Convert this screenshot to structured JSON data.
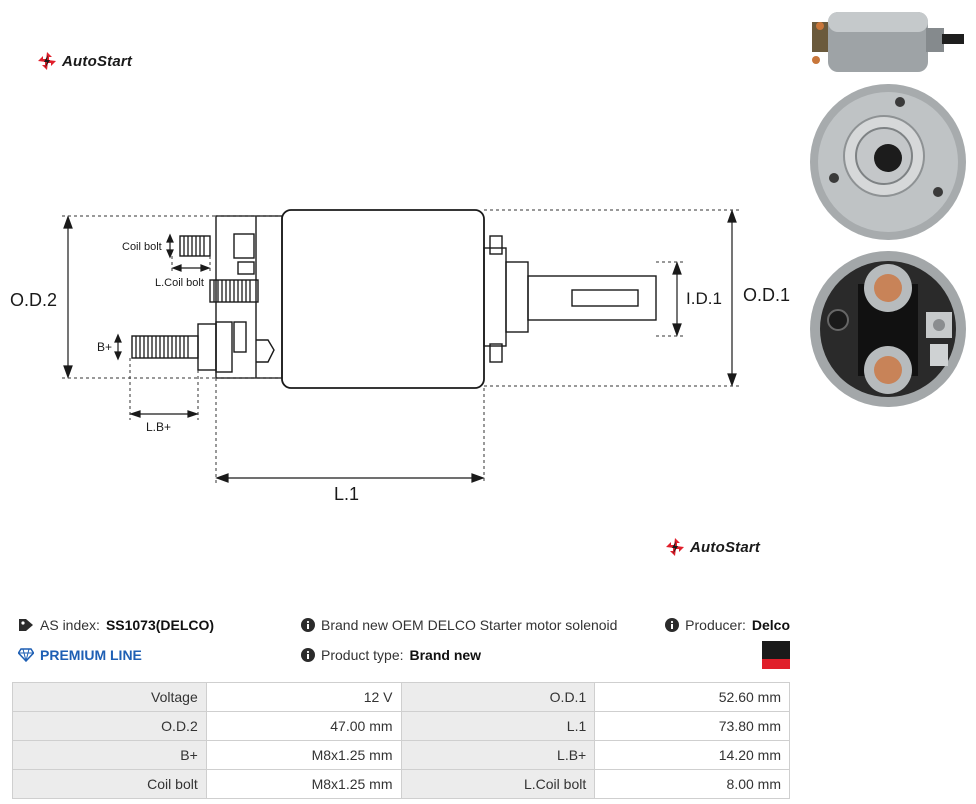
{
  "brand": {
    "name": "AutoStart",
    "color_red": "#e01f2b",
    "color_dark": "#1a1a1a"
  },
  "drawing_labels": {
    "od2": "O.D.2",
    "od1": "O.D.1",
    "id1": "I.D.1",
    "l1": "L.1",
    "coil_bolt": "Coil bolt",
    "l_coil_bolt": "L.Coil bolt",
    "b_plus": "B+",
    "lb_plus": "L.B+"
  },
  "info": {
    "as_index_label": "AS index:",
    "as_index_value": "SS1073(DELCO)",
    "premium": "PREMIUM LINE",
    "description": "Brand new OEM DELCO Starter motor solenoid",
    "product_type_label": "Product type:",
    "product_type_value": "Brand new",
    "producer_label": "Producer:",
    "producer_value": "Delco"
  },
  "specs": [
    {
      "label1": "Voltage",
      "value1": "12 V",
      "label2": "O.D.1",
      "value2": "52.60 mm"
    },
    {
      "label1": "O.D.2",
      "value1": "47.00 mm",
      "label2": "L.1",
      "value2": "73.80 mm"
    },
    {
      "label1": "B+",
      "value1": "M8x1.25 mm",
      "label2": "L.B+",
      "value2": "14.20 mm"
    },
    {
      "label1": "Coil bolt",
      "value1": "M8x1.25 mm",
      "label2": "L.Coil bolt",
      "value2": "8.00 mm"
    }
  ]
}
